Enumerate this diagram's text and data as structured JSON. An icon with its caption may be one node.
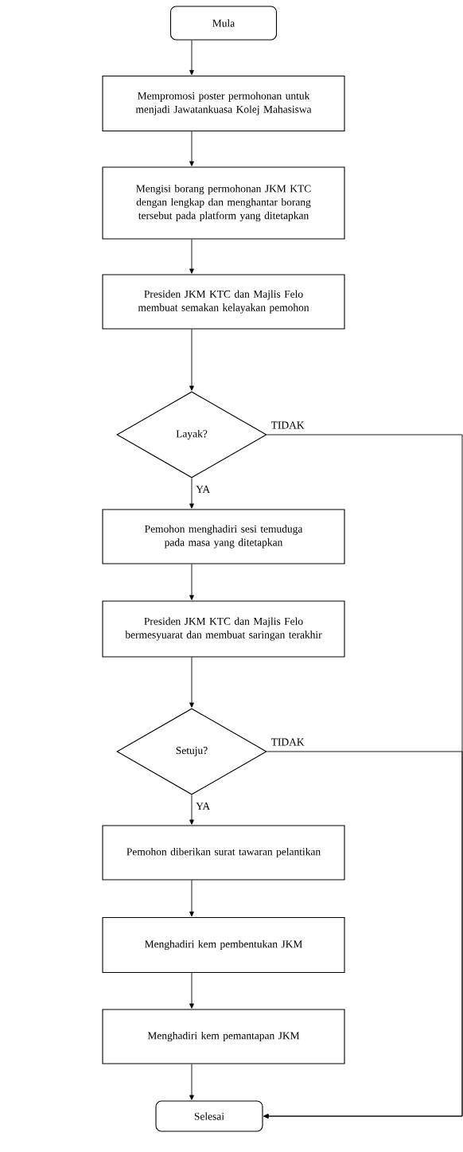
{
  "diagram": {
    "nodes": [
      {
        "text": [
          "Mula"
        ]
      },
      {
        "text": [
          "Mempromosi poster permohonan untuk menjadi Jawatankuasa Kolej Mahasiswa"
        ]
      },
      {
        "text": [
          "Mengisi borang permohonan JKM KTC dengan lengkap dan menghantar borang tersebut pada platform yang ditetapkan"
        ]
      },
      {
        "text": [
          "Presiden JKM KTC dan Majlis Felo membuat semakan kelayakan pemohon"
        ]
      },
      {
        "text": [
          "Layak?"
        ]
      },
      {
        "text": [
          "Pemohon menghadiri sesi temuduga pada masa yang ditetapkan"
        ]
      },
      {
        "text": [
          "Presiden JKM KTC dan Majlis Felo bermesyuarat dan membuat saringan terakhir"
        ]
      },
      {
        "text": [
          "Setuju?"
        ]
      },
      {
        "text": [
          "Pemohon diberikan surat tawaran pelantikan"
        ]
      },
      {
        "text": [
          "Menghadiri kem pembentukan JKM"
        ]
      },
      {
        "text": [
          "Menghadiri kem pemantapan JKM"
        ]
      },
      {
        "text": [
          "Selesai"
        ]
      }
    ],
    "edges": [
      {
        "from": 0,
        "to": 1,
        "arrow": "to"
      },
      {
        "from": 1,
        "to": 2,
        "arrow": "to"
      },
      {
        "from": 2,
        "to": 3,
        "arrow": "to"
      },
      {
        "from": 3,
        "to": 4,
        "arrow": "to"
      },
      {
        "from": 4,
        "to": 5,
        "arrow": "to",
        "label": "YA"
      },
      {
        "from": 5,
        "to": 6,
        "arrow": "to"
      },
      {
        "from": 6,
        "to": 7,
        "arrow": "to"
      },
      {
        "from": 7,
        "to": 8,
        "arrow": "to",
        "label": "YA"
      },
      {
        "from": 8,
        "to": 9,
        "arrow": "to"
      },
      {
        "from": 9,
        "to": 10,
        "arrow": "to"
      },
      {
        "from": 10,
        "to": 11,
        "arrow": "to"
      },
      {
        "from": 4,
        "to": 11,
        "arrow": "to",
        "label": "TIDAK"
      },
      {
        "from": 7,
        "to": 11,
        "arrow": "to",
        "label": "TIDAK"
      }
    ]
  }
}
